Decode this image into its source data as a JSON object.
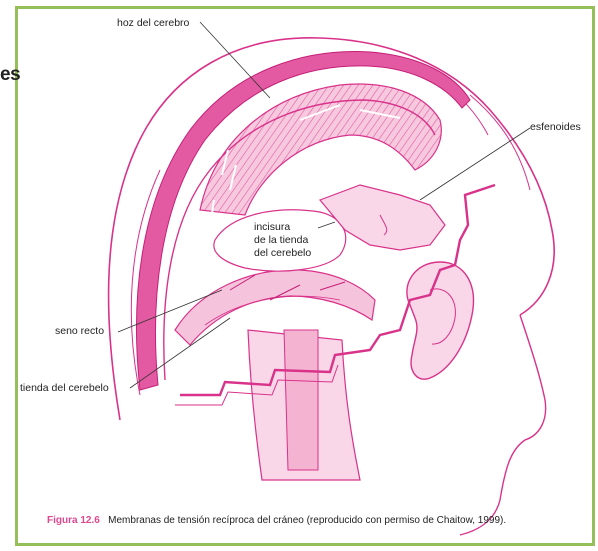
{
  "colors": {
    "frame": "#95bf58",
    "membrane_pink": "#e35aa2",
    "light_pink": "#f6c3dc",
    "line_pink": "#d9328a",
    "caption_figure": "#e0478f"
  },
  "left_fragment": "es",
  "labels": {
    "hoz": "hoz del cerebro",
    "esfenoides": "esfenoides",
    "incisura_1": "incisura",
    "incisura_2": "de la tienda",
    "incisura_3": "del cerebelo",
    "seno_recto": "seno recto",
    "tienda": "tienda del cerebelo"
  },
  "caption": {
    "figure_number": "Figura 12.6",
    "text": "Membranas de tensión recíproca del cráneo (reproducido con permiso de Chaitow, 1999)."
  }
}
